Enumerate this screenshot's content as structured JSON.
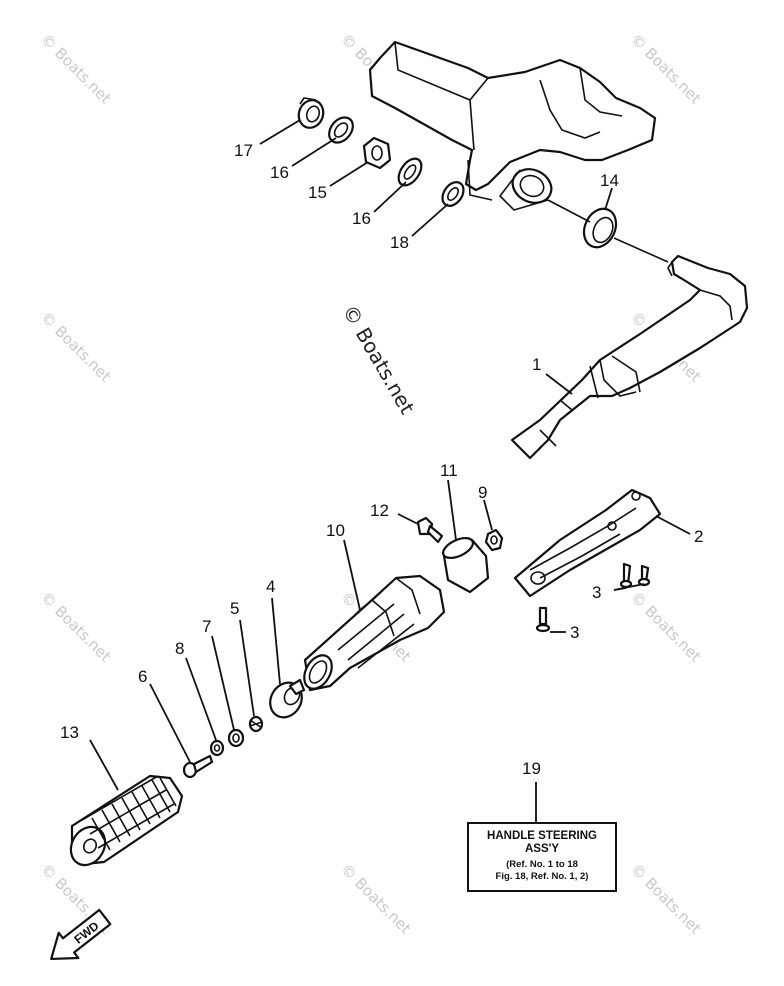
{
  "watermark": {
    "main": "© Boats.net",
    "tile": "© Boats.net"
  },
  "callouts": {
    "p1": "1",
    "p2": "2",
    "p3a": "3",
    "p3b": "3",
    "p4": "4",
    "p5": "5",
    "p6": "6",
    "p7": "7",
    "p8": "8",
    "p9": "9",
    "p10": "10",
    "p11": "11",
    "p12": "12",
    "p13": "13",
    "p14": "14",
    "p15": "15",
    "p16a": "16",
    "p16b": "16",
    "p17": "17",
    "p18": "18",
    "p19": "19"
  },
  "assembly_label": {
    "line1": "HANDLE STEERING",
    "line2": "ASS'Y",
    "line3": "(Ref. No. 1 to 18",
    "line4": "Fig. 18, Ref. No. 1, 2)"
  },
  "direction_arrow": {
    "label": "FWD",
    "icon": "fwd-arrow-icon"
  }
}
